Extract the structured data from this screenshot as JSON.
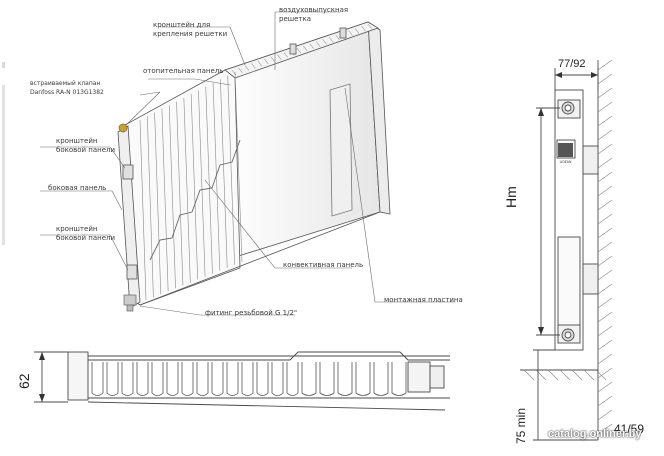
{
  "labels": {
    "bracket_grille": [
      "кронштейн для",
      "крепления решетки"
    ],
    "grille": [
      "воздуховыпускная",
      "решетка"
    ],
    "valve": [
      "встраиваемый клапан",
      "Danfoss RA-N 013G1382"
    ],
    "heating_panel": "отопительная панель",
    "bracket_side_top": [
      "кронштейн",
      "боковой панели"
    ],
    "side_panel": "боковая панель",
    "bracket_side_bottom": [
      "кронштейн",
      "боковой панели"
    ],
    "convective_panel": "конвективная панель",
    "mounting_plate": "монтажная пластина",
    "fitting": "фитинг резьбовой G 1/2\""
  },
  "dimensions": {
    "width": "77/92",
    "height": "Hm",
    "depth": "62",
    "floor": "75 min",
    "bottom": "41/59"
  },
  "brand_badge": "LIDEAN",
  "watermark": "catalog.onliner.by",
  "colors": {
    "line": "#555555",
    "leader": "#6a6a6a",
    "text": "#3a3a3a",
    "valve": "#c8a040"
  }
}
